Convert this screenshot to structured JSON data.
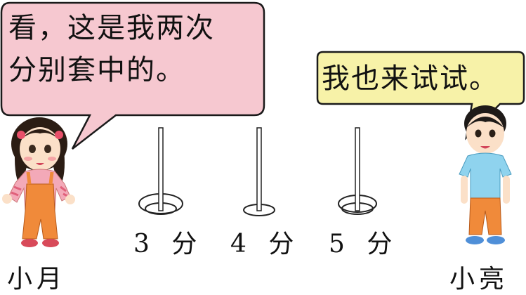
{
  "bubble_left": {
    "line1": "看，这是我两次",
    "line2": "分别套中的。"
  },
  "bubble_right": {
    "text": "我也来试试。"
  },
  "pegs": [
    {
      "label": "3 分"
    },
    {
      "label": "4 分"
    },
    {
      "label": "5 分"
    }
  ],
  "characters": {
    "girl": {
      "name": "小月"
    },
    "boy": {
      "name": "小亮"
    }
  },
  "colors": {
    "bubble_left_fill": "#f6c8d0",
    "bubble_right_fill": "#f7f2a8",
    "overalls": "#f08a3a",
    "boy_shirt": "#8fd3ee"
  }
}
